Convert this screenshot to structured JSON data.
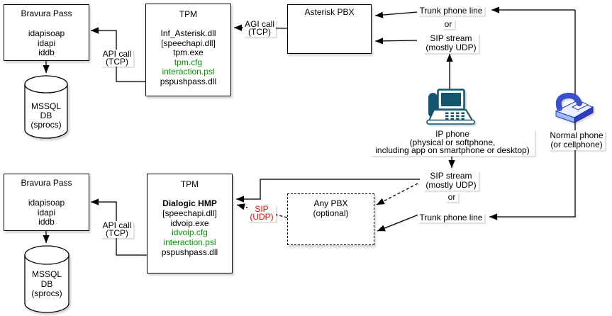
{
  "diagram": {
    "nodes": {
      "bravura_top": {
        "title": "Bravura Pass",
        "items": [
          "idapisoap",
          "idapi",
          "iddb"
        ]
      },
      "mssql_top": {
        "lines": [
          "MSSQL",
          "DB",
          "(sprocs)"
        ]
      },
      "tpm_top": {
        "title": "TPM",
        "items": [
          "Inf_Asterisk.dll",
          "[speechapi.dll]",
          "tpm.exe",
          "tpm.cfg",
          "interaction.psl",
          "pspushpass.dll"
        ]
      },
      "asterisk_pbx": {
        "title": "Asterisk PBX"
      },
      "bravura_bottom": {
        "title": "Bravura Pass",
        "items": [
          "idapisoap",
          "idapi",
          "iddb"
        ]
      },
      "mssql_bottom": {
        "lines": [
          "MSSQL",
          "DB",
          "(sprocs)"
        ]
      },
      "tpm_bottom": {
        "title": "TPM",
        "items": [
          "Dialogic HMP",
          "[speechapi.dll]",
          "idvoip.exe",
          "idvoip.cfg",
          "interaction.psl",
          "pspushpass.dll"
        ]
      },
      "any_pbx": {
        "title": "Any PBX",
        "subtitle": "(optional)"
      }
    },
    "edge_labels": {
      "api_call_top": {
        "line1": "API call",
        "line2": "(TCP)"
      },
      "agi_call": {
        "line1": "AGI call",
        "line2": "(TCP)"
      },
      "api_call_bottom": {
        "line1": "API call",
        "line2": "(TCP)"
      },
      "sip_udp": {
        "line1": "SIP",
        "line2": "(UDP)"
      },
      "trunk_top": "Trunk phone line",
      "or_top": "or",
      "sip_stream_top": {
        "line1": "SIP stream",
        "line2": "(mostly UDP)"
      },
      "sip_stream_bottom": {
        "line1": "SIP stream",
        "line2": "(mostly UDP)"
      },
      "or_bottom": "or",
      "trunk_bottom": "Trunk phone line"
    },
    "captions": {
      "ip_phone": {
        "line1": "IP phone",
        "line2": "(physical or softphone,",
        "line3": "including app on smartphone or desktop)"
      },
      "normal_phone": {
        "line1": "Normal phone",
        "line2": "(or cellphone)"
      }
    },
    "colors": {
      "highlight_green": "#009900",
      "highlight_red": "#ff0000",
      "line_stroke": "#000000",
      "node_fill": "#ffffff",
      "ip_phone_icon": "#11566E",
      "normal_phone_icon": "#3A50CC"
    }
  }
}
